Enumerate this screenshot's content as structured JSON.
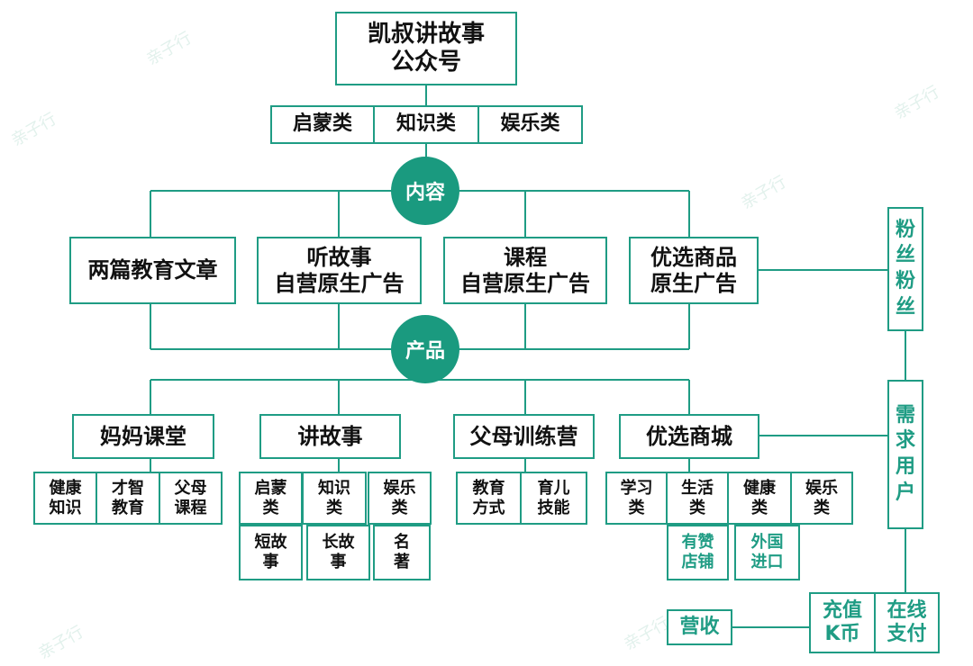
{
  "title": "凯叔讲故事\n公众号",
  "categories": [
    "启蒙类",
    "知识类",
    "娱乐类"
  ],
  "hubs": {
    "content": "内容",
    "product": "产品"
  },
  "content_items": [
    "两篇教育文章",
    "听故事\n自营原生广告",
    "课程\n自营原生广告",
    "优选商品\n原生广告"
  ],
  "products": [
    "妈妈课堂",
    "讲故事",
    "父母训练营",
    "优选商城"
  ],
  "mama_sub": [
    "健康\n知识",
    "才智\n教育",
    "父母\n课程"
  ],
  "story_sub": [
    "启蒙\n类",
    "知识\n类",
    "娱乐\n类"
  ],
  "story_sub2": [
    "短故\n事",
    "长故\n事",
    "名\n著"
  ],
  "camp_sub": [
    "教育\n方式",
    "育儿\n技能"
  ],
  "mall_sub": [
    "学习\n类",
    "生活\n类",
    "健康\n类",
    "娱乐\n类"
  ],
  "mall_sub2": [
    "有赞\n店铺",
    "外国\n进口"
  ],
  "fans": "粉\n丝\n粉\n丝",
  "demand": "需\n求\n用\n户",
  "revenue": "营收",
  "recharge": "充值\nK币",
  "payment": "在线\n支付",
  "watermark": "亲子行",
  "colors": {
    "accent": "#1f9c84"
  }
}
